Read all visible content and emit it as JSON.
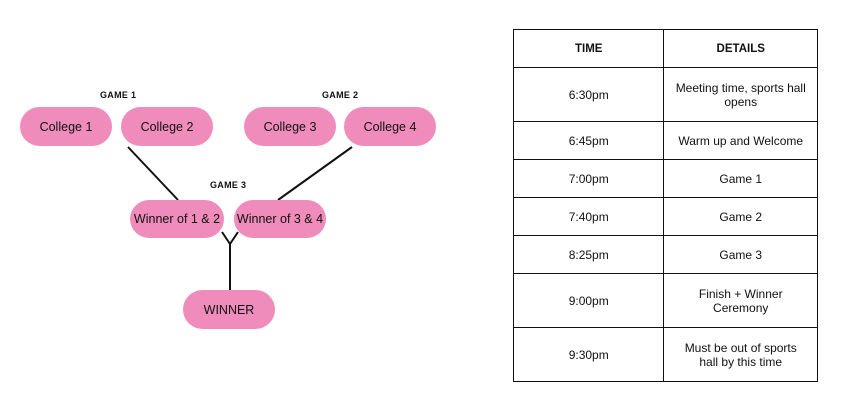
{
  "bracket": {
    "games": [
      {
        "label": "GAME 1",
        "teams": [
          "College 1",
          "College 2"
        ]
      },
      {
        "label": "GAME 2",
        "teams": [
          "College 3",
          "College 4"
        ]
      },
      {
        "label": "GAME 3",
        "teams": [
          "Winner of 1 & 2",
          "Winner of 3 & 4"
        ]
      }
    ],
    "winner": "WINNER",
    "colors": {
      "pill": "#f08cbc",
      "line": "#111111"
    }
  },
  "schedule": {
    "headers": [
      "TIME",
      "DETAILS"
    ],
    "rows": [
      {
        "time": "6:30pm",
        "details": "Meeting time, sports hall opens"
      },
      {
        "time": "6:45pm",
        "details": "Warm up and Welcome"
      },
      {
        "time": "7:00pm",
        "details": "Game 1"
      },
      {
        "time": "7:40pm",
        "details": "Game 2"
      },
      {
        "time": "8:25pm",
        "details": "Game 3"
      },
      {
        "time": "9:00pm",
        "details": "Finish + Winner Ceremony"
      },
      {
        "time": "9:30pm",
        "details": "Must be out of sports hall by this time"
      }
    ]
  }
}
